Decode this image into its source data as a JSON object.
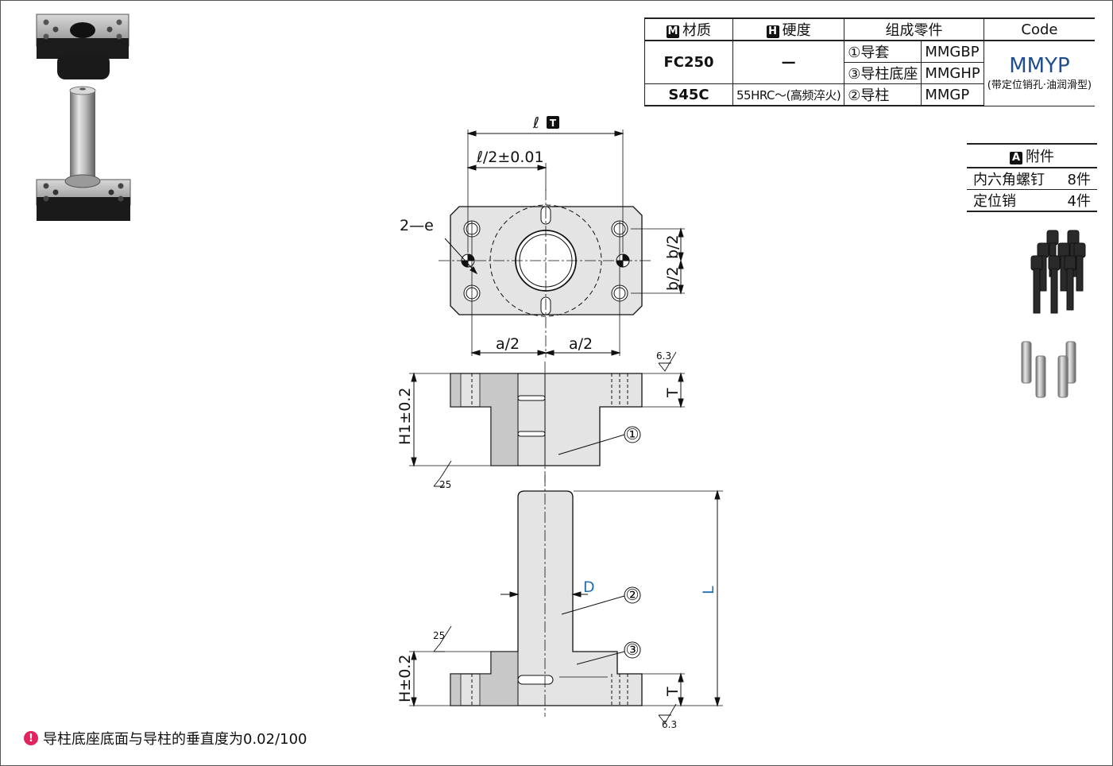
{
  "material_table": {
    "headers": {
      "material": "材质",
      "material_tag": "M",
      "hardness": "硬度",
      "hardness_tag": "H",
      "components": "组成零件",
      "code": "Code"
    },
    "rows": [
      {
        "material": "FC250",
        "hardness": "—",
        "part1": "①导套",
        "code1": "MMGBP",
        "part2": "③导柱底座",
        "code2": "MMGHP"
      },
      {
        "material": "S45C",
        "hardness": "55HRC～(高频淬火)",
        "part": "②导柱",
        "code": "MMGP"
      }
    ],
    "code_main": "MMYP",
    "code_sub": "(带定位销孔·油润滑型)"
  },
  "accessories": {
    "tag": "A",
    "title": "附件",
    "items": [
      {
        "name": "内六角螺钉",
        "qty": "8件"
      },
      {
        "name": "定位销",
        "qty": "4件"
      }
    ]
  },
  "drawing": {
    "dim_l": "ℓ",
    "dim_l_tag": "T",
    "dim_l_half": "ℓ/2±0.01",
    "dim_e": "2—e",
    "dim_b_half_top": "b/2",
    "dim_b_half_bottom": "b/2",
    "dim_a_half_left": "a/2",
    "dim_a_half_right": "a/2",
    "dim_T_top": "T",
    "dim_T_bottom": "T",
    "dim_H1": "H1±0.2",
    "dim_H": "H±0.2",
    "dim_L": "L",
    "dim_D": "D",
    "rough_63_a": "6.3",
    "rough_25_a": "25",
    "rough_25_b": "25",
    "rough_63_b": "6.3",
    "callout_1": "①",
    "callout_2": "②",
    "callout_3": "③",
    "accent_color": "#1f6fb5"
  },
  "note": {
    "icon": "exclamation-icon",
    "text": "导柱底座底面与导柱的垂直度为0.02/100"
  }
}
